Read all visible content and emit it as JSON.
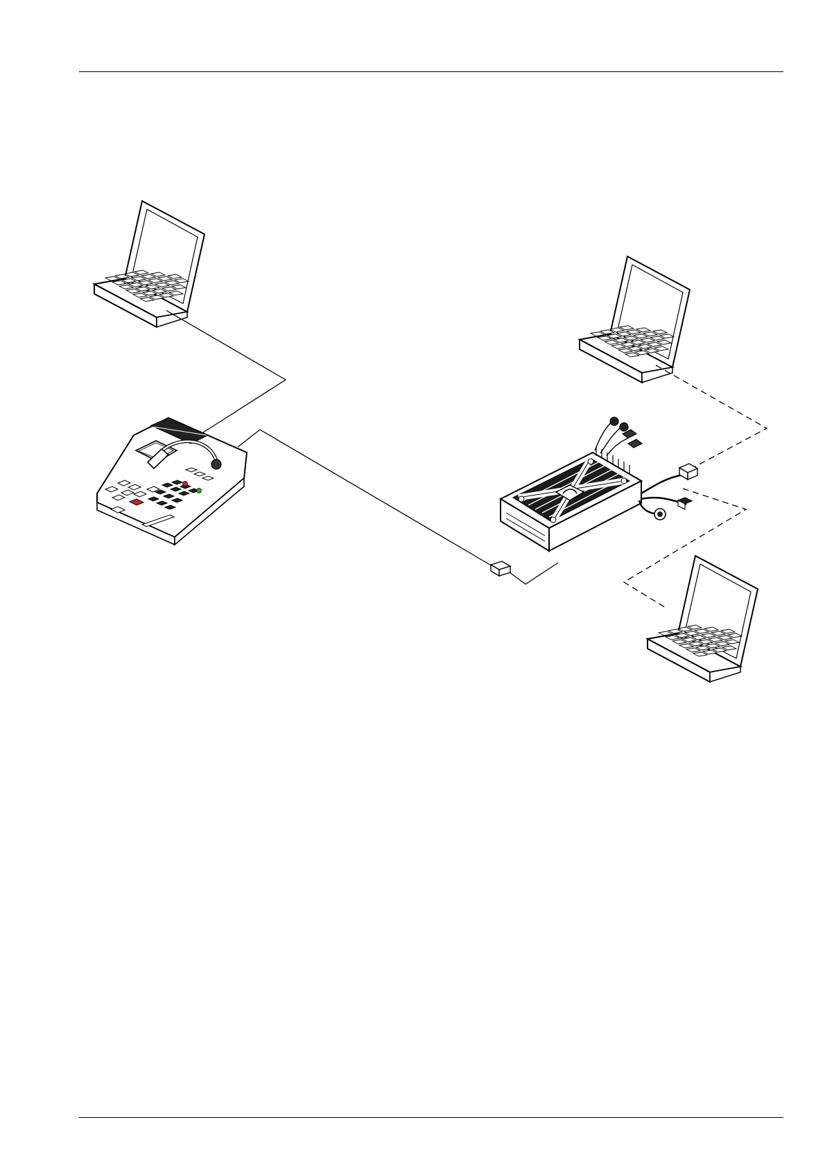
{
  "page": {
    "background": "#ffffff",
    "line_color": "#000000"
  },
  "diagram": {
    "devices": [
      {
        "name": "laptop",
        "icon": "laptop-icon"
      },
      {
        "name": "laptop",
        "icon": "laptop-icon"
      },
      {
        "name": "laptop",
        "icon": "laptop-icon"
      },
      {
        "name": "desk-console",
        "icon": "desk-console-icon"
      },
      {
        "name": "mobile-radio-unit",
        "icon": "radio-unit-icon"
      },
      {
        "name": "cable-adapter",
        "icon": "adapter-icon"
      }
    ],
    "connections": [
      {
        "from": "laptop-top-left",
        "to": "desk-console",
        "style": "solid"
      },
      {
        "from": "desk-console",
        "to": "radio-unit",
        "via": "cable-adapter",
        "style": "solid"
      },
      {
        "from": "laptop-right-upper",
        "to": "radio-unit",
        "style": "dashed"
      },
      {
        "from": "laptop-right-lower",
        "to": "radio-unit",
        "style": "dashed"
      }
    ]
  }
}
